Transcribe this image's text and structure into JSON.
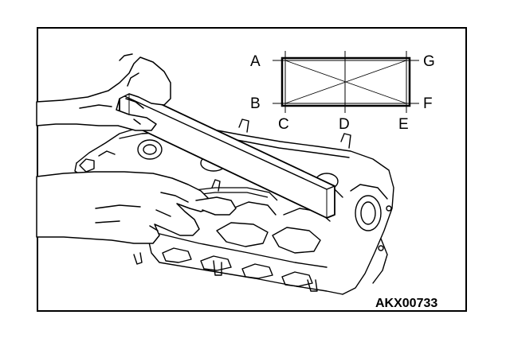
{
  "figure": {
    "points": {
      "a": "A",
      "b": "B",
      "c": "C",
      "d": "D",
      "e": "E",
      "f": "F",
      "g": "G"
    },
    "figure_code": "AKX00733",
    "colors": {
      "line": "#000000",
      "background": "#ffffff"
    }
  }
}
